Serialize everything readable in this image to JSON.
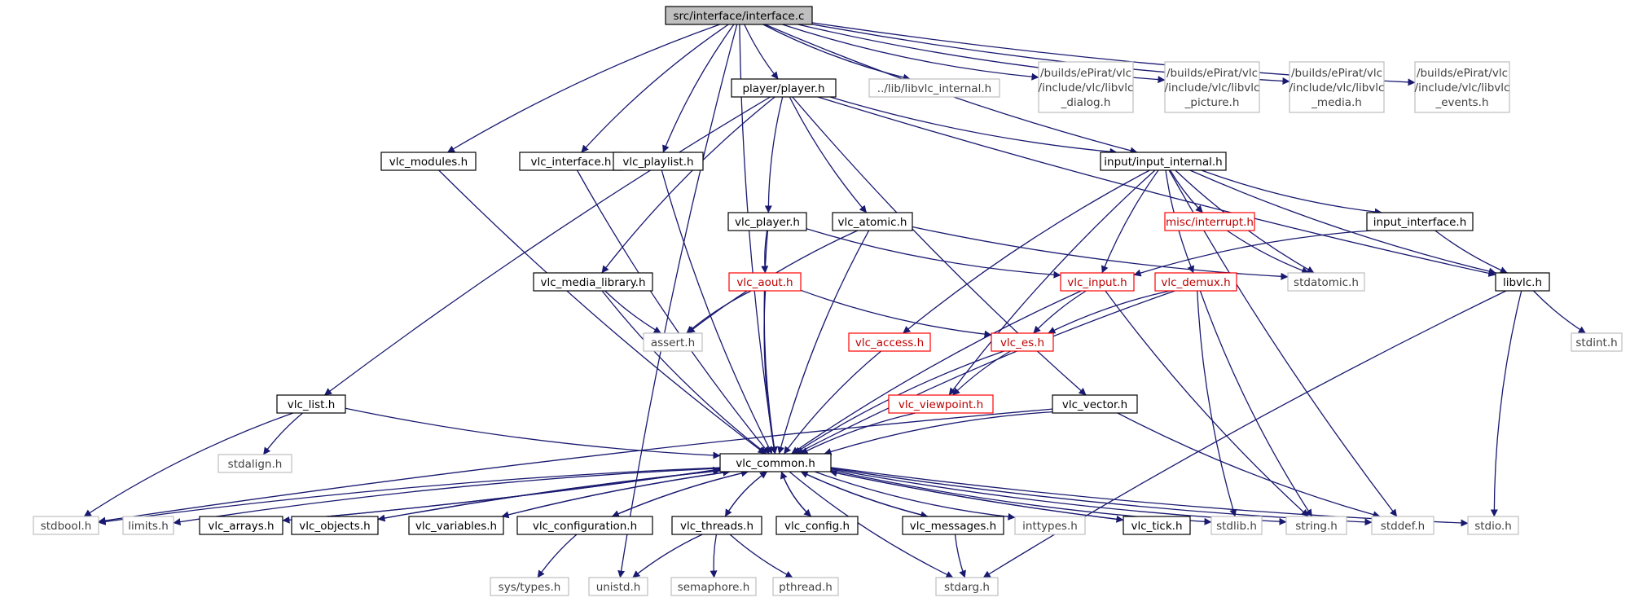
{
  "colors": {
    "edge": "#191970",
    "node_border": "#000000",
    "node_border_external": "#bfbfbf",
    "node_border_truncated": "#ff0000",
    "root_fill": "#bfbfbf",
    "text_default": "#000000",
    "text_external": "#404040",
    "text_truncated": "#bf0000"
  },
  "nodes": [
    {
      "id": "root",
      "kind": "root",
      "lines": [
        "src/interface/interface.c"
      ]
    },
    {
      "id": "player",
      "kind": "normal",
      "lines": [
        "player/player.h"
      ]
    },
    {
      "id": "libvlc_internal",
      "kind": "external",
      "lines": [
        "../lib/libvlc_internal.h"
      ]
    },
    {
      "id": "dialog",
      "kind": "external",
      "lines": [
        "/builds/ePirat/vlc",
        "/include/vlc/libvlc",
        "_dialog.h"
      ]
    },
    {
      "id": "picture",
      "kind": "external",
      "lines": [
        "/builds/ePirat/vlc",
        "/include/vlc/libvlc",
        "_picture.h"
      ]
    },
    {
      "id": "media",
      "kind": "external",
      "lines": [
        "/builds/ePirat/vlc",
        "/include/vlc/libvlc",
        "_media.h"
      ]
    },
    {
      "id": "events",
      "kind": "external",
      "lines": [
        "/builds/ePirat/vlc",
        "/include/vlc/libvlc",
        "_events.h"
      ]
    },
    {
      "id": "vlc_modules",
      "kind": "normal",
      "lines": [
        "vlc_modules.h"
      ]
    },
    {
      "id": "vlc_interface",
      "kind": "normal",
      "lines": [
        "vlc_interface.h"
      ]
    },
    {
      "id": "vlc_playlist",
      "kind": "normal",
      "lines": [
        "vlc_playlist.h"
      ]
    },
    {
      "id": "input_internal",
      "kind": "normal",
      "lines": [
        "input/input_internal.h"
      ]
    },
    {
      "id": "vlc_player",
      "kind": "normal",
      "lines": [
        "vlc_player.h"
      ]
    },
    {
      "id": "vlc_atomic",
      "kind": "normal",
      "lines": [
        "vlc_atomic.h"
      ]
    },
    {
      "id": "misc_interrupt",
      "kind": "truncated",
      "lines": [
        "misc/interrupt.h"
      ]
    },
    {
      "id": "input_interface",
      "kind": "normal",
      "lines": [
        "input_interface.h"
      ]
    },
    {
      "id": "vlc_media_library",
      "kind": "normal",
      "lines": [
        "vlc_media_library.h"
      ]
    },
    {
      "id": "vlc_aout",
      "kind": "truncated",
      "lines": [
        "vlc_aout.h"
      ]
    },
    {
      "id": "vlc_input",
      "kind": "truncated",
      "lines": [
        "vlc_input.h"
      ]
    },
    {
      "id": "vlc_demux",
      "kind": "truncated",
      "lines": [
        "vlc_demux.h"
      ]
    },
    {
      "id": "stdatomic",
      "kind": "external",
      "lines": [
        "stdatomic.h"
      ]
    },
    {
      "id": "libvlc",
      "kind": "normal",
      "lines": [
        "libvlc.h"
      ]
    },
    {
      "id": "assert",
      "kind": "external",
      "lines": [
        "assert.h"
      ]
    },
    {
      "id": "vlc_access",
      "kind": "truncated",
      "lines": [
        "vlc_access.h"
      ]
    },
    {
      "id": "vlc_es",
      "kind": "truncated",
      "lines": [
        "vlc_es.h"
      ]
    },
    {
      "id": "stdint",
      "kind": "external",
      "lines": [
        "stdint.h"
      ]
    },
    {
      "id": "vlc_list",
      "kind": "normal",
      "lines": [
        "vlc_list.h"
      ]
    },
    {
      "id": "vlc_viewpoint",
      "kind": "truncated",
      "lines": [
        "vlc_viewpoint.h"
      ]
    },
    {
      "id": "vlc_vector",
      "kind": "normal",
      "lines": [
        "vlc_vector.h"
      ]
    },
    {
      "id": "stdalign",
      "kind": "external",
      "lines": [
        "stdalign.h"
      ]
    },
    {
      "id": "vlc_common",
      "kind": "normal",
      "lines": [
        "vlc_common.h"
      ]
    },
    {
      "id": "stdbool",
      "kind": "external",
      "lines": [
        "stdbool.h"
      ]
    },
    {
      "id": "limits",
      "kind": "external",
      "lines": [
        "limits.h"
      ]
    },
    {
      "id": "vlc_arrays",
      "kind": "normal",
      "lines": [
        "vlc_arrays.h"
      ]
    },
    {
      "id": "vlc_objects",
      "kind": "normal",
      "lines": [
        "vlc_objects.h"
      ]
    },
    {
      "id": "vlc_variables",
      "kind": "normal",
      "lines": [
        "vlc_variables.h"
      ]
    },
    {
      "id": "vlc_configuration",
      "kind": "normal",
      "lines": [
        "vlc_configuration.h"
      ]
    },
    {
      "id": "vlc_threads",
      "kind": "normal",
      "lines": [
        "vlc_threads.h"
      ]
    },
    {
      "id": "vlc_config",
      "kind": "normal",
      "lines": [
        "vlc_config.h"
      ]
    },
    {
      "id": "vlc_messages",
      "kind": "normal",
      "lines": [
        "vlc_messages.h"
      ]
    },
    {
      "id": "inttypes",
      "kind": "external",
      "lines": [
        "inttypes.h"
      ]
    },
    {
      "id": "vlc_tick",
      "kind": "normal",
      "lines": [
        "vlc_tick.h"
      ]
    },
    {
      "id": "stdlib",
      "kind": "external",
      "lines": [
        "stdlib.h"
      ]
    },
    {
      "id": "string",
      "kind": "external",
      "lines": [
        "string.h"
      ]
    },
    {
      "id": "stddef",
      "kind": "external",
      "lines": [
        "stddef.h"
      ]
    },
    {
      "id": "stdio",
      "kind": "external",
      "lines": [
        "stdio.h"
      ]
    },
    {
      "id": "sys_types",
      "kind": "external",
      "lines": [
        "sys/types.h"
      ]
    },
    {
      "id": "unistd",
      "kind": "external",
      "lines": [
        "unistd.h"
      ]
    },
    {
      "id": "semaphore",
      "kind": "external",
      "lines": [
        "semaphore.h"
      ]
    },
    {
      "id": "pthread",
      "kind": "external",
      "lines": [
        "pthread.h"
      ]
    },
    {
      "id": "stdarg",
      "kind": "external",
      "lines": [
        "stdarg.h"
      ]
    }
  ],
  "edges": [
    [
      "root",
      "player"
    ],
    [
      "root",
      "libvlc_internal"
    ],
    [
      "root",
      "dialog"
    ],
    [
      "root",
      "picture"
    ],
    [
      "root",
      "media"
    ],
    [
      "root",
      "events"
    ],
    [
      "root",
      "vlc_modules"
    ],
    [
      "root",
      "vlc_interface"
    ],
    [
      "root",
      "vlc_playlist"
    ],
    [
      "root",
      "input_internal"
    ],
    [
      "root",
      "vlc_common"
    ],
    [
      "root",
      "unistd"
    ],
    [
      "player",
      "vlc_list"
    ],
    [
      "player",
      "vlc_media_library"
    ],
    [
      "player",
      "vlc_player"
    ],
    [
      "player",
      "vlc_atomic"
    ],
    [
      "player",
      "vlc_vector"
    ],
    [
      "player",
      "input_internal"
    ],
    [
      "player",
      "libvlc"
    ],
    [
      "vlc_modules",
      "vlc_common"
    ],
    [
      "vlc_interface",
      "vlc_common"
    ],
    [
      "vlc_playlist",
      "vlc_common"
    ],
    [
      "input_internal",
      "vlc_access"
    ],
    [
      "input_internal",
      "vlc_viewpoint"
    ],
    [
      "input_internal",
      "vlc_input"
    ],
    [
      "input_internal",
      "vlc_demux"
    ],
    [
      "input_internal",
      "misc_interrupt"
    ],
    [
      "input_internal",
      "stdatomic"
    ],
    [
      "input_internal",
      "stddef"
    ],
    [
      "input_internal",
      "input_interface"
    ],
    [
      "input_internal",
      "libvlc"
    ],
    [
      "vlc_player",
      "vlc_aout"
    ],
    [
      "vlc_player",
      "vlc_input"
    ],
    [
      "vlc_player",
      "vlc_common"
    ],
    [
      "vlc_atomic",
      "assert"
    ],
    [
      "vlc_atomic",
      "vlc_common"
    ],
    [
      "vlc_atomic",
      "stdatomic"
    ],
    [
      "misc_interrupt",
      "stdatomic"
    ],
    [
      "input_interface",
      "vlc_input"
    ],
    [
      "input_interface",
      "libvlc"
    ],
    [
      "vlc_media_library",
      "assert"
    ],
    [
      "vlc_media_library",
      "vlc_common"
    ],
    [
      "vlc_aout",
      "assert"
    ],
    [
      "vlc_aout",
      "vlc_common"
    ],
    [
      "vlc_aout",
      "vlc_es"
    ],
    [
      "vlc_input",
      "vlc_es"
    ],
    [
      "vlc_input",
      "vlc_common"
    ],
    [
      "vlc_input",
      "string"
    ],
    [
      "vlc_demux",
      "vlc_es"
    ],
    [
      "vlc_demux",
      "vlc_common"
    ],
    [
      "vlc_demux",
      "stdlib"
    ],
    [
      "vlc_demux",
      "string"
    ],
    [
      "libvlc",
      "stdint"
    ],
    [
      "libvlc",
      "stdio"
    ],
    [
      "libvlc",
      "stdarg"
    ],
    [
      "vlc_access",
      "vlc_common"
    ],
    [
      "vlc_es",
      "vlc_viewpoint"
    ],
    [
      "vlc_es",
      "vlc_common"
    ],
    [
      "vlc_viewpoint",
      "vlc_common"
    ],
    [
      "vlc_list",
      "stdalign"
    ],
    [
      "vlc_list",
      "vlc_common"
    ],
    [
      "vlc_list",
      "stdbool"
    ],
    [
      "vlc_vector",
      "vlc_common"
    ],
    [
      "vlc_vector",
      "stdbool"
    ],
    [
      "vlc_vector",
      "stddef"
    ],
    [
      "vlc_common",
      "stdbool"
    ],
    [
      "vlc_common",
      "limits"
    ],
    [
      "vlc_common",
      "vlc_arrays"
    ],
    [
      "vlc_common",
      "vlc_objects"
    ],
    [
      "vlc_common",
      "vlc_variables"
    ],
    [
      "vlc_common",
      "vlc_configuration"
    ],
    [
      "vlc_common",
      "vlc_threads"
    ],
    [
      "vlc_common",
      "vlc_config"
    ],
    [
      "vlc_common",
      "vlc_messages"
    ],
    [
      "vlc_common",
      "inttypes"
    ],
    [
      "vlc_common",
      "vlc_tick"
    ],
    [
      "vlc_common",
      "stdlib"
    ],
    [
      "vlc_common",
      "string"
    ],
    [
      "vlc_common",
      "stddef"
    ],
    [
      "vlc_common",
      "stdio"
    ],
    [
      "vlc_common",
      "stdarg"
    ],
    [
      "vlc_arrays",
      "vlc_common"
    ],
    [
      "vlc_objects",
      "vlc_common"
    ],
    [
      "vlc_variables",
      "vlc_common"
    ],
    [
      "vlc_configuration",
      "vlc_common"
    ],
    [
      "vlc_threads",
      "vlc_common"
    ],
    [
      "vlc_config",
      "vlc_common"
    ],
    [
      "vlc_messages",
      "vlc_common"
    ],
    [
      "vlc_tick",
      "vlc_common"
    ],
    [
      "vlc_configuration",
      "sys_types"
    ],
    [
      "vlc_threads",
      "unistd"
    ],
    [
      "vlc_threads",
      "semaphore"
    ],
    [
      "vlc_threads",
      "pthread"
    ],
    [
      "vlc_messages",
      "stdarg"
    ]
  ]
}
